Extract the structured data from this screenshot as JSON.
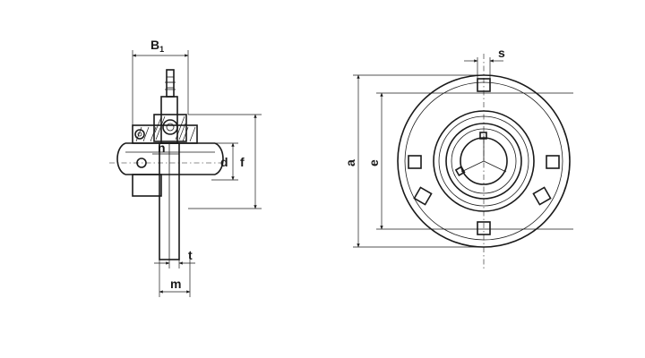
{
  "dimensions": {
    "B1": "B",
    "B1_sub": "1",
    "n": "n",
    "d": "d",
    "f": "f",
    "t": "t",
    "m": "m",
    "s": "s",
    "a": "a",
    "e": "e"
  },
  "colors": {
    "line": "#1a1a1a",
    "background": "#ffffff"
  }
}
